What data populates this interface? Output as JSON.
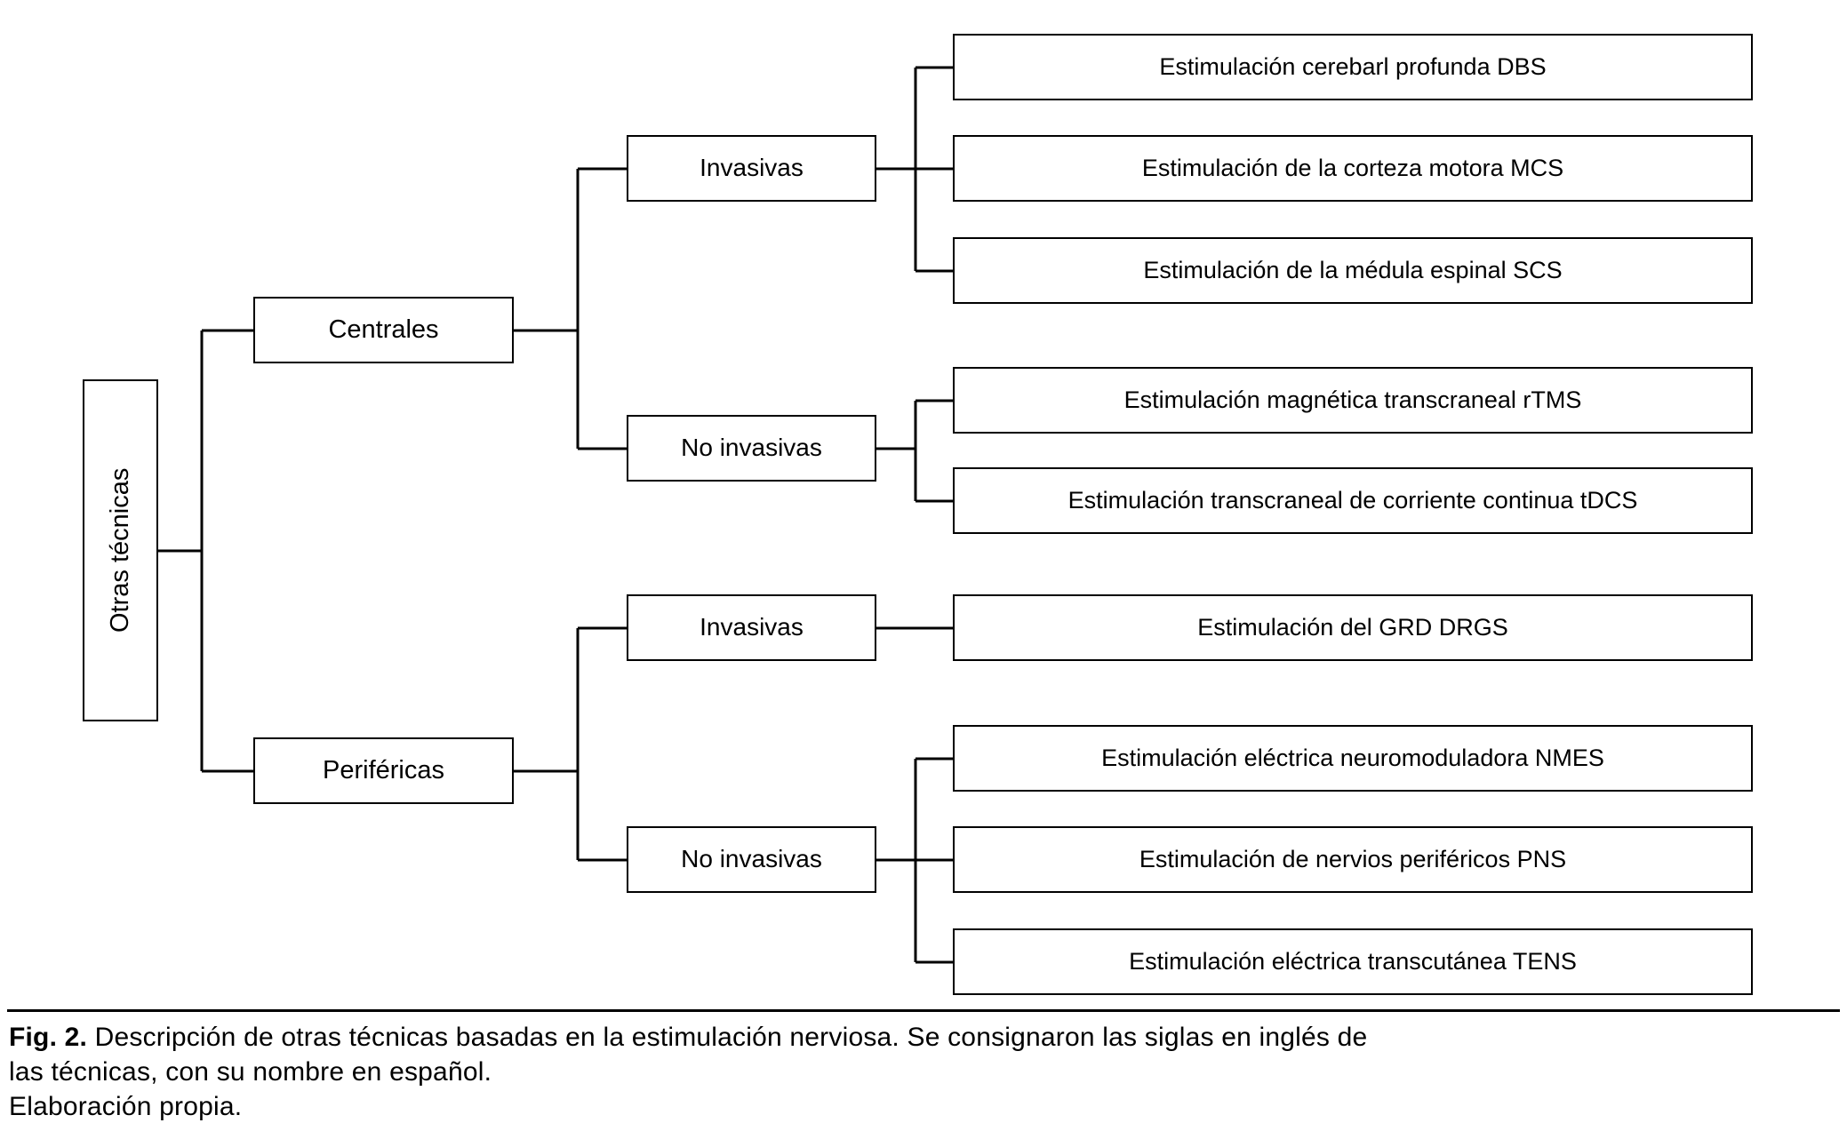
{
  "figure": {
    "root": {
      "label": "Otras técnicas"
    },
    "branches": [
      {
        "label": "Centrales",
        "groups": [
          {
            "label": "Invasivas",
            "items": [
              "Estimulación cerebarl profunda DBS",
              "Estimulación de la corteza motora MCS",
              "Estimulación de la médula espinal SCS"
            ]
          },
          {
            "label": "No invasivas",
            "items": [
              "Estimulación magnética transcraneal rTMS",
              "Estimulación transcraneal de corriente continua tDCS"
            ]
          }
        ]
      },
      {
        "label": "Periféricas",
        "groups": [
          {
            "label": "Invasivas",
            "items": [
              "Estimulación del GRD DRGS"
            ]
          },
          {
            "label": "No invasivas",
            "items": [
              "Estimulación eléctrica neuromoduladora NMES",
              "Estimulación de nervios periféricos PNS",
              "Estimulación eléctrica transcutánea TENS"
            ]
          }
        ]
      }
    ],
    "caption": {
      "fig_label": "Fig. 2.",
      "line1": " Descripción de otras técnicas basadas en la estimulación nerviosa. Se consignaron las siglas en inglés de",
      "line2": "las técnicas, con su nombre en español.",
      "line3": "Elaboración propia."
    },
    "colors": {
      "stroke": "#000000",
      "background": "#ffffff",
      "text": "#000000"
    }
  }
}
